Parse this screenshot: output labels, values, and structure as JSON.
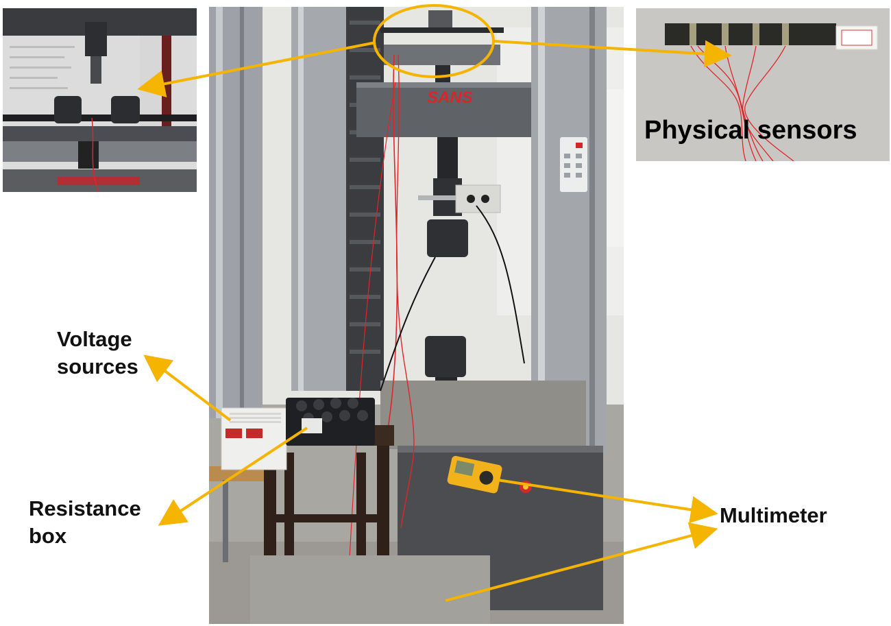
{
  "labels": {
    "physical_sensors": "Physical sensors",
    "voltage_sources": "Voltage\nsources",
    "resistance_box": "Resistance\nbox",
    "multimeter": "Multimeter"
  },
  "machine": {
    "brand": "SANS"
  },
  "colors": {
    "annotation_arrow": "#F4B400",
    "machine_gray": "#8d9096",
    "wire_red": "#e0252a",
    "multimeter_yellow": "#f2b21b"
  }
}
